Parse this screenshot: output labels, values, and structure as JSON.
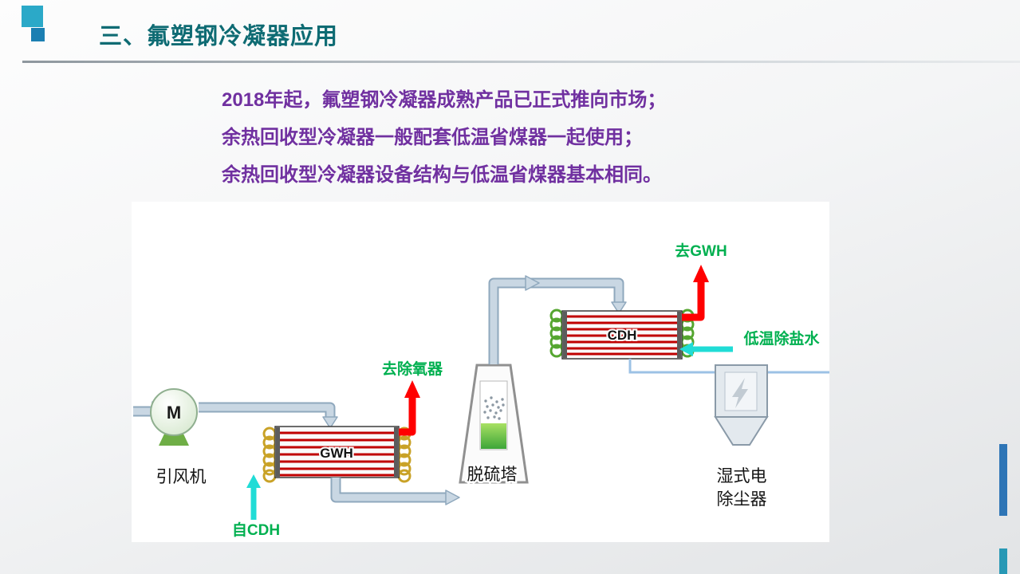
{
  "slide": {
    "title": "三、氟塑钢冷凝器应用",
    "body": {
      "line1": "2018年起，氟塑钢冷凝器成熟产品已正式推向市场；",
      "line2": "余热回收型冷凝器一般配套低温省煤器一起使用；",
      "line3": "余热回收型冷凝器设备结构与低温省煤器基本相同。"
    }
  },
  "diagram": {
    "fan_motor": "M",
    "fan_label": "引风机",
    "gwh_label": "GWH",
    "cdh_label": "CDH",
    "tower_label": "脱硫塔",
    "esp_label_line1": "湿式电",
    "esp_label_line2": "除尘器",
    "to_deaerator": "去除氧器",
    "from_cdh": "自CDH",
    "to_gwh": "去GWH",
    "demin_water": "低温除盐水"
  },
  "colors": {
    "title_teal": "#0E6B73",
    "body_purple": "#7030A0",
    "green_label": "#00B050",
    "red_arrow": "#FF0000",
    "cyan_arrow": "#20DCD6",
    "duct_fill": "#C9D7E3",
    "duct_edge": "#8FA8BD",
    "accent_square_large": "#2BA9C8",
    "accent_square_small": "#1B7FB2",
    "side_bar_blue": "#2E75B6",
    "side_bar_teal": "#2898B5"
  }
}
